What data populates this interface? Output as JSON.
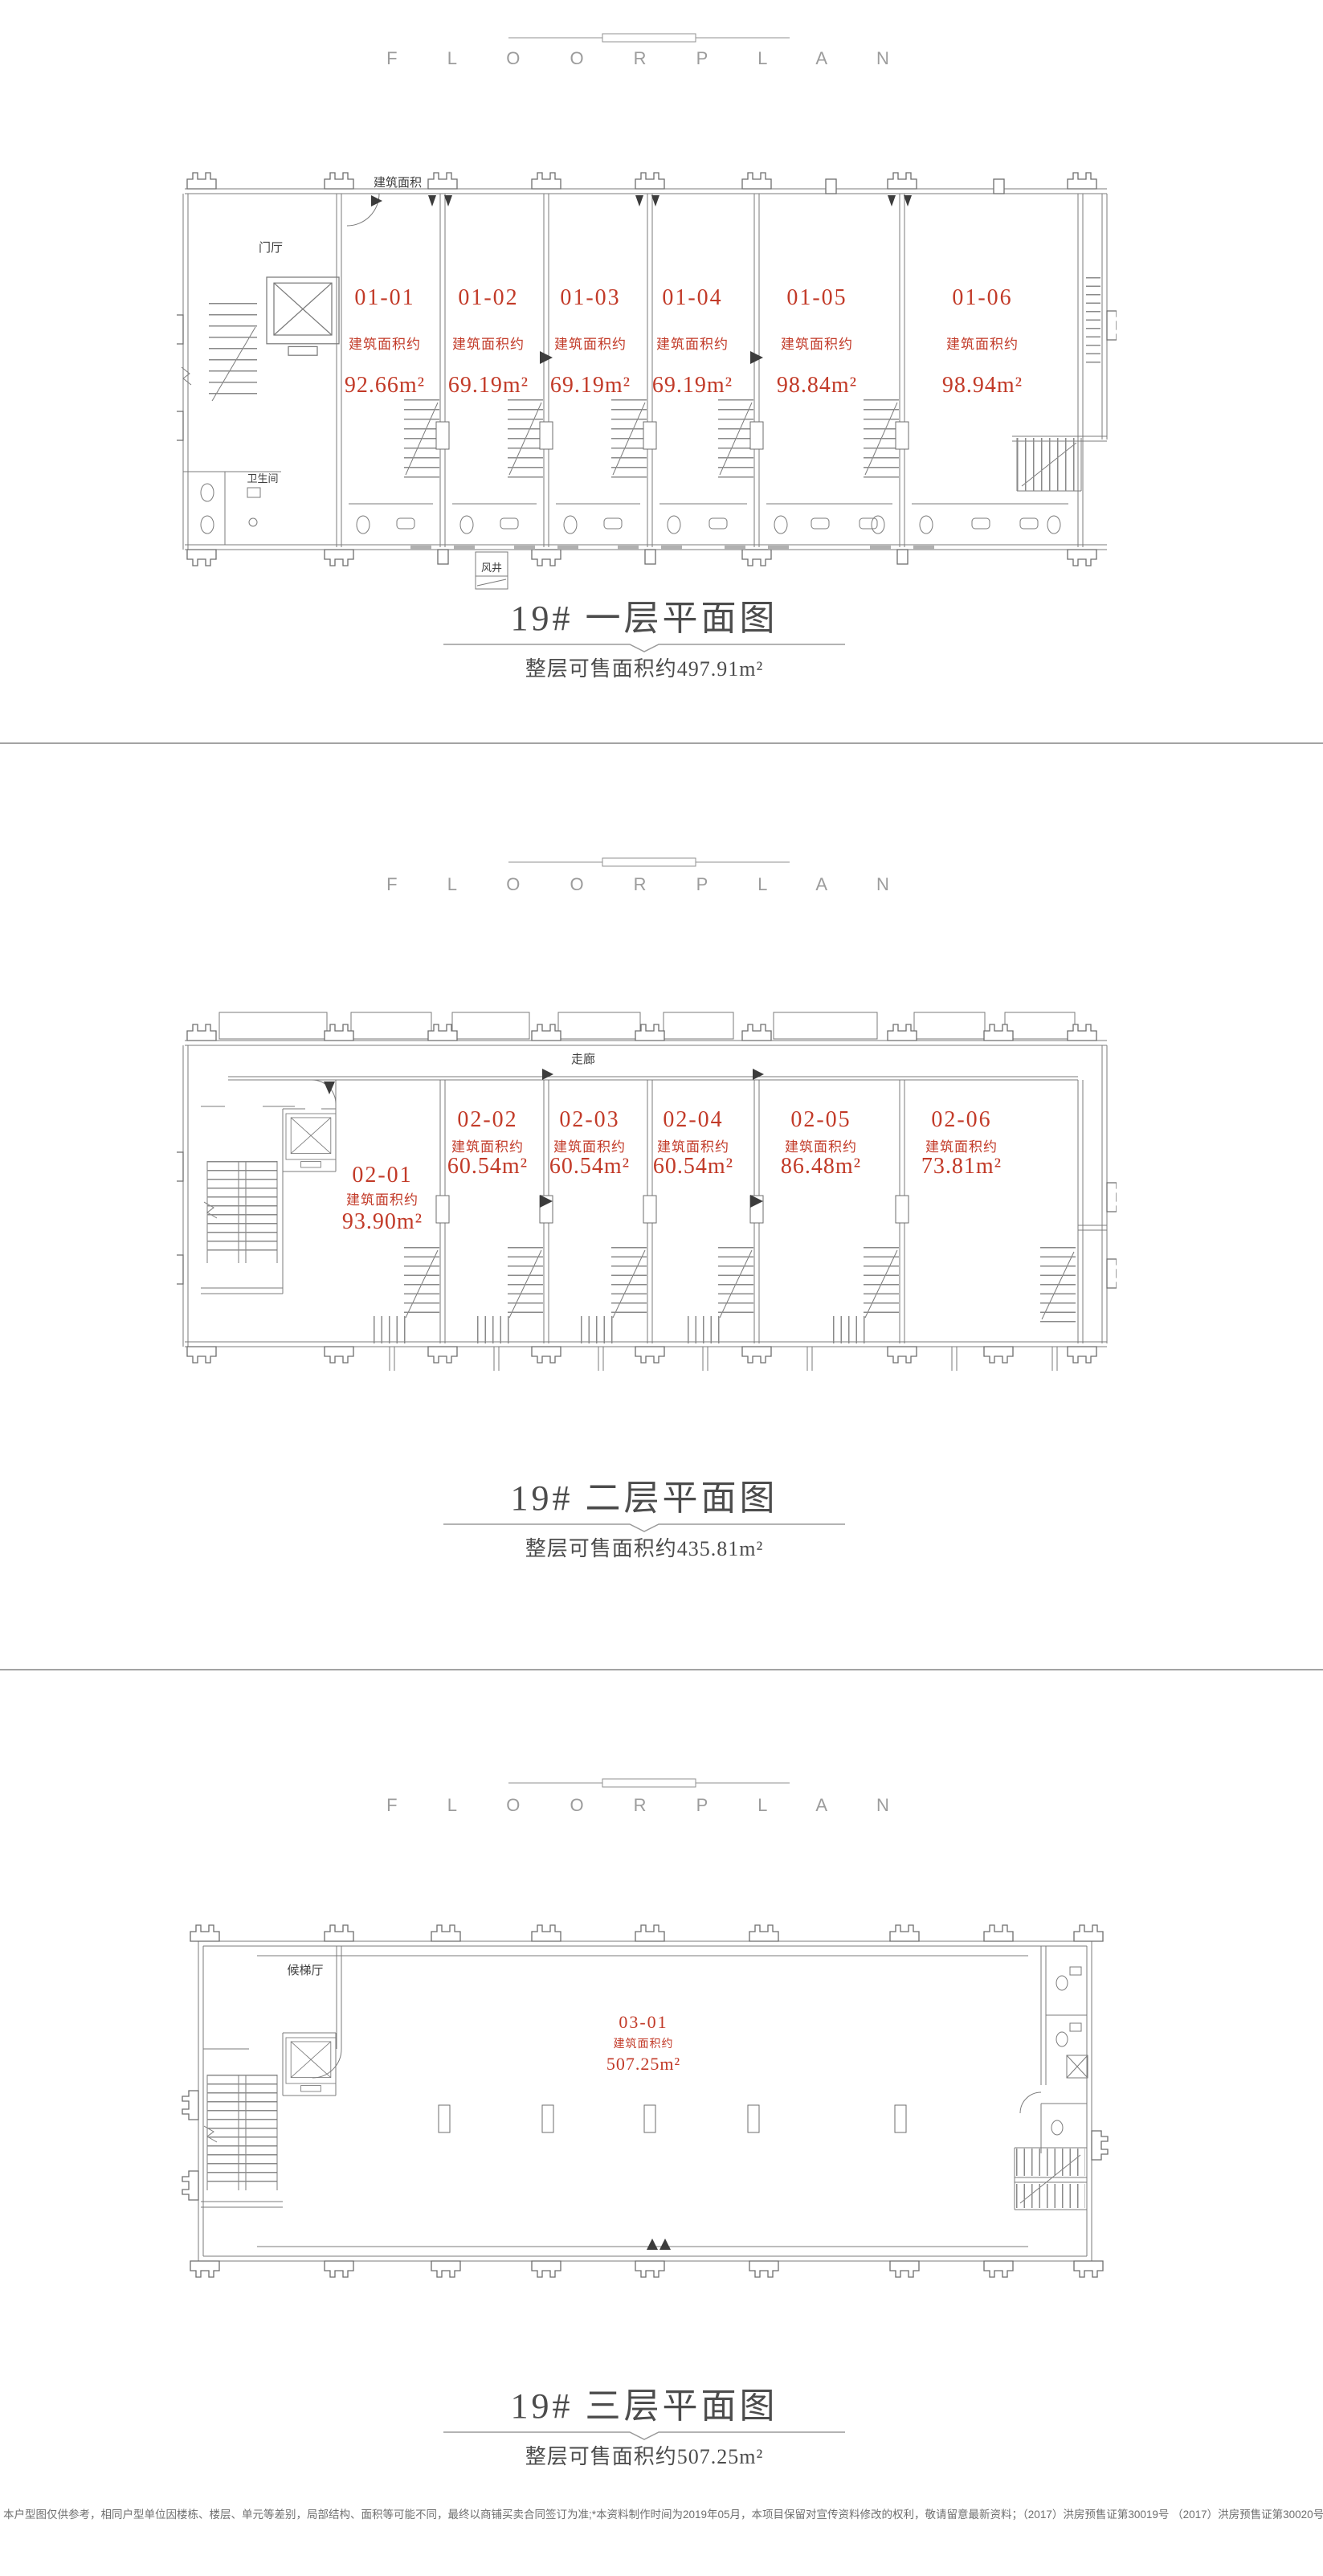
{
  "brand": {
    "word": "F L O O R P L A N"
  },
  "colors": {
    "accent_red": "#c23a28",
    "title_gray": "#4c4c4c",
    "line_gray": "#7b7b7b"
  },
  "floors": [
    {
      "name": "floor-1",
      "title": "19# 一层平面图",
      "subtitle": "整层可售面积约497.91m²",
      "annotations": {
        "area_note": "建筑面积",
        "lobby": "门厅",
        "restroom": "卫生间",
        "shaft": "风井"
      },
      "units": [
        {
          "no": "01-01",
          "area_label": "建筑面积约",
          "area": "92.66m²"
        },
        {
          "no": "01-02",
          "area_label": "建筑面积约",
          "area": "69.19m²"
        },
        {
          "no": "01-03",
          "area_label": "建筑面积约",
          "area": "69.19m²"
        },
        {
          "no": "01-04",
          "area_label": "建筑面积约",
          "area": "69.19m²"
        },
        {
          "no": "01-05",
          "area_label": "建筑面积约",
          "area": "98.84m²"
        },
        {
          "no": "01-06",
          "area_label": "建筑面积约",
          "area": "98.94m²"
        }
      ]
    },
    {
      "name": "floor-2",
      "title": "19# 二层平面图",
      "subtitle": "整层可售面积约435.81m²",
      "annotations": {
        "corridor": "走廊"
      },
      "units": [
        {
          "no": "02-01",
          "area_label": "建筑面积约",
          "area": "93.90m²"
        },
        {
          "no": "02-02",
          "area_label": "建筑面积约",
          "area": "60.54m²"
        },
        {
          "no": "02-03",
          "area_label": "建筑面积约",
          "area": "60.54m²"
        },
        {
          "no": "02-04",
          "area_label": "建筑面积约",
          "area": "60.54m²"
        },
        {
          "no": "02-05",
          "area_label": "建筑面积约",
          "area": "86.48m²"
        },
        {
          "no": "02-06",
          "area_label": "建筑面积约",
          "area": "73.81m²"
        }
      ]
    },
    {
      "name": "floor-3",
      "title": "19# 三层平面图",
      "subtitle": "整层可售面积约507.25m²",
      "annotations": {
        "lobby": "候梯厅"
      },
      "units": [
        {
          "no": "03-01",
          "area_label": "建筑面积约",
          "area": "507.25m²"
        }
      ]
    }
  ],
  "footer": {
    "disclaimer": "本户型图仅供参考，相同户型单位因楼栋、楼层、单元等差别，局部结构、面积等可能不同，最终以商铺买卖合同签订为准;*本资料制作时间为2019年05月，本项目保留对宣传资料修改的权利，敬请留意最新资料；（2017）洪房预售证第30019号  （2017）洪房预售证第30020号"
  }
}
